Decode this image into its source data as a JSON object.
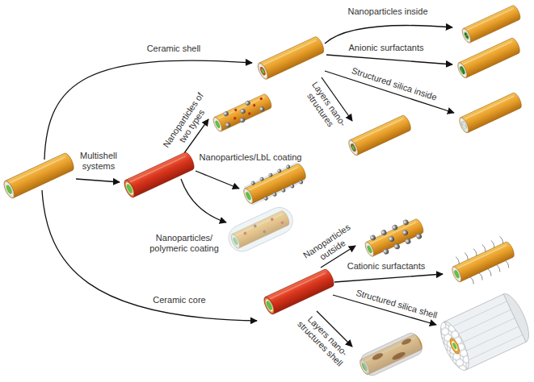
{
  "diagram": {
    "labels": [
      "Ceramic shell",
      "Nanoparticles inside",
      "Anionic surfactants",
      "Structured silica inside",
      "Layers nano-structures",
      "Multishell systems",
      "Nanoparticles of two types",
      "Nanoparticles/LbL coating",
      "Nanoparticles/ polymeric coating",
      "Ceramic core",
      "Nanoparticles outside",
      "Cationic surfactants",
      "Structured silica shell",
      "Layers nano-structures shell"
    ]
  }
}
